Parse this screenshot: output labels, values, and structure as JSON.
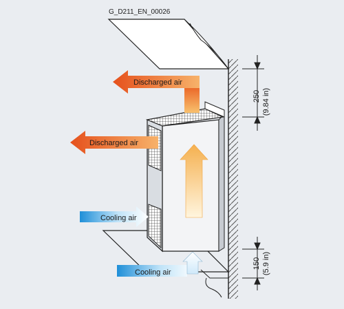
{
  "figure_id": "G_D211_EN_00026",
  "labels": {
    "discharged_air_top": "Discharged air",
    "discharged_air_side": "Discharged air",
    "cooling_air_side": "Cooling air",
    "cooling_air_bottom": "Cooling air"
  },
  "dimensions": {
    "top_mm": "250",
    "top_in": "(9.84 in)",
    "bottom_mm": "150",
    "bottom_in": "(5.9 in)"
  },
  "colors": {
    "background": "#eaedf1",
    "hot_start": "#f7b26a",
    "hot_end": "#e5501c",
    "cool_start": "#1f8fd8",
    "cool_end": "#ffffff",
    "updraft_top": "#f5b04f",
    "updraft_bottom": "#fff5de"
  }
}
